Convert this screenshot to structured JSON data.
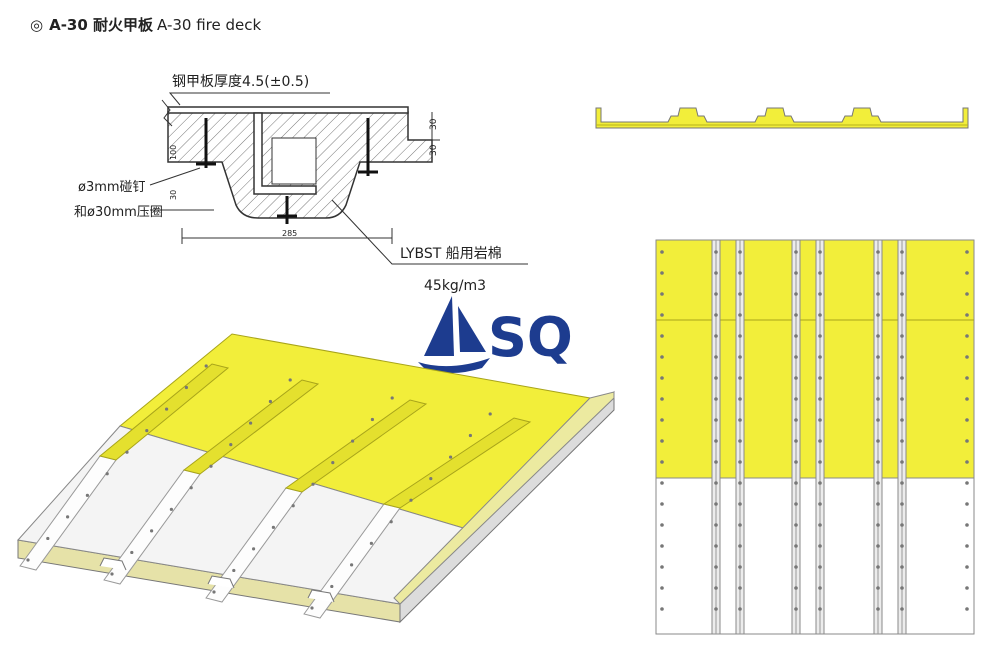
{
  "header": {
    "bullet": "◎",
    "title_bold": "A-30 耐火甲板",
    "title_rest": "A-30 fire deck"
  },
  "section_drawing": {
    "plate_label": "钢甲板厚度4.5(±0.5)",
    "nail_label_1": "ø3mm碰钉",
    "nail_label_2": "和ø30mm压圈",
    "dim_width": "285",
    "dim_30a": "30",
    "dim_30b": "30",
    "dim_100": "100",
    "dim_30c": "30",
    "insulation_label": "LYBST 船用岩棉",
    "density_label": "45kg/m3"
  },
  "logo": {
    "text": "SQ"
  },
  "colors": {
    "insulation_yellow": "#f2ee3a",
    "yellow_dark": "#d2ce1e",
    "steel_white": "#f6f6f6",
    "outline": "#8a8a8a",
    "logo_blue": "#1d3c8f"
  }
}
